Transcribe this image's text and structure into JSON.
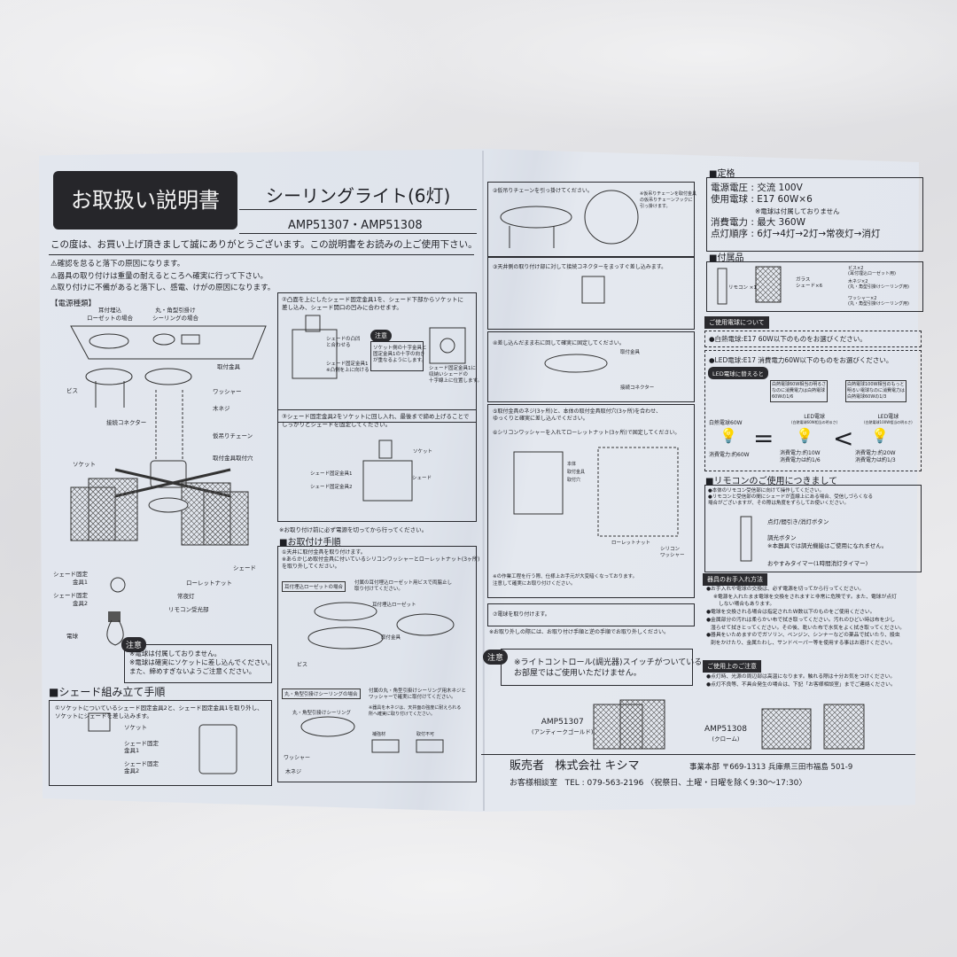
{
  "header": {
    "doc_title": "お取扱い説明書",
    "product_name": "シーリングライト(6灯)",
    "models": "AMP51307・AMP51308",
    "thanks": "この度は、お買い上げ頂きまして誠にありがとうございます。この説明書をお読みの上ご使用下さい。",
    "warnings": [
      "⚠確認を怠ると落下の原因になります。",
      "⚠器具の取り付けは重量の耐えるところへ確実に行って下さい。",
      "⚠取り付けに不備があると落下し、感電、けがの原因になります。"
    ]
  },
  "power_types": {
    "heading": "【電源種類】",
    "type_a": [
      "耳付埋込",
      "ローゼットの場合"
    ],
    "type_b": [
      "丸・角型引掛け",
      "シーリングの場合"
    ],
    "labels": {
      "bracket": "取付金具",
      "screw": "ビス",
      "washer": "ワッシャー",
      "wood_screw": "木ネジ",
      "connector": "接続コネクター",
      "chain": "仮吊りチェーン",
      "holes": "取付金具取付穴",
      "socket": "ソケット",
      "shade": "シェード",
      "fixer1": [
        "シェード固定",
        "金具1"
      ],
      "fixer2": [
        "シェード固定",
        "金具2"
      ],
      "knurled_nut": "ローレットナット",
      "night_light": "常夜灯",
      "receiver": "リモコン受光部",
      "bulb": "電球"
    }
  },
  "caution_bulb": {
    "badge": "注意",
    "lines": [
      "※電球は付属しておりません。",
      "※電球は確実にソケットに差し込んでください。",
      "また、締めすぎないようご注意ください。"
    ]
  },
  "shade_assembly": {
    "heading": "■シェード組み立て手順",
    "step1": [
      "①ソケットについているシェード固定金具2と、シェード固定金具1を取り外し、",
      "ソケットにシェードを差し込みます。"
    ],
    "labels": [
      "ソケット",
      "シェード固定",
      "金具1",
      "シェード固定",
      "金具2"
    ]
  },
  "shade_step2": {
    "text": [
      "②凸面を上にしたシェード固定金具1を、シェード下部からソケットに",
      "差し込み、シェード開口の凹みに合わせます。"
    ],
    "label_a": [
      "シェードの凸凹",
      "と合わせる"
    ],
    "label_b": [
      "シェード固定金具1",
      "※凸側を上に向ける"
    ],
    "badge": "注意",
    "note": [
      "ソケット側の十字金具と",
      "固定金具1の十字の向き",
      "が重なるようにします。"
    ],
    "caption": [
      "シェード固定金具1に",
      "収納いシェードの",
      "十字線上に位置します。"
    ]
  },
  "shade_step3": {
    "text": [
      "③シェード固定金具2をソケットに回し入れ、最後まで締め上げることで",
      "しっかりとシェードを固定してください。"
    ],
    "labels": {
      "socket": "ソケット",
      "fixer1": "シェード固定金具1",
      "fixer2": "シェード固定金具2",
      "shade": "シェード"
    }
  },
  "install": {
    "pre_note": "※お取り付け前に必ず電源を切ってから行ってください。",
    "heading": "■お取付け手順",
    "step1": [
      "①天井に取付金具を取り付けます。",
      "※あらかじめ取付金具に付いているシリコンワッシャーとローレットナット(3ヶ所)",
      "を取り外してください。"
    ],
    "type_a_label": "耳付埋込ローゼットの場合",
    "type_a_text": [
      "付属の耳付埋込ローゼット用ビスで両脇止し",
      "取り付けてください。"
    ],
    "rosette": "耳付埋込ローゼット",
    "bracket": "取付金具",
    "screw": "ビス",
    "type_b_label": "丸・角型引掛けシーリングの場合",
    "type_b_text": [
      "付属の丸・角型引掛けシーリング用木ネジと",
      "ワッシャーで確実に取付けてください。"
    ],
    "type_b_note": [
      "※器具を木ネジは、天井面の強度に耐えられる",
      "所へ確実に取り付けてください。"
    ],
    "ceiling": "丸・角型引掛けシーリング",
    "washer": "ワッシャー",
    "wood_screw": "木ネジ",
    "legend": [
      "補強材",
      "取付不可"
    ],
    "step2": "②仮吊りチェーンを引っ掛けてください。",
    "step2_note": [
      "※仮吊りチェーンを取付金具",
      "の仮吊りチェーンフックに",
      "引っ掛けます。"
    ],
    "step3": "③天井側の取り付け部に対して接続コネクターをまっすぐ差し込みます。",
    "step4": "④差し込んだまま右に回して確実に固定してください。",
    "step4_labels": [
      "取付金具",
      "接続コネクター"
    ],
    "step5": [
      "⑤取付金具のネジ(3ヶ所)と、本体の取付金具取付穴(3ヶ所)を合わせ、",
      "ゆっくりと確実に差し込んでください。"
    ],
    "step6": "⑥シリコンワッシャーを入れてローレットナット(3ヶ所)で固定してください。",
    "step6_labels": [
      "本体",
      "取付金具",
      "取付穴",
      "ローレットナット",
      "シリコン",
      "ワッシャー"
    ],
    "step6_note": [
      "※の作業工程を行う際、仕様上お手元が大変暗くなっております。",
      "注意して確実にお取り付けください。"
    ],
    "step7": "⑦電球を取り付けます。",
    "removal_note": "※お取り外しの際には、お取り付け手順と逆の手順でお取り外しください。",
    "dimmer_badge": "注意",
    "dimmer_warning": [
      "※ライトコントロール(調光器)スイッチがついている",
      "お部屋ではご使用いただけません。"
    ]
  },
  "products": [
    {
      "model": "AMP51307",
      "finish": "(アンティークゴールド)"
    },
    {
      "model": "AMP51308",
      "finish": "(クローム)"
    }
  ],
  "seller": {
    "label": "販売者",
    "company": "株式会社 キシマ",
    "office": "事業本部 〒669-1313 兵庫県三田市福島 501-9",
    "support_label": "お客様相談室",
    "tel": "TEL : 079-563-2196",
    "hours": "〈祝祭日、土曜・日曜を除く9:30〜17:30〉"
  },
  "specs": {
    "heading": "■定格",
    "rows": [
      "電源電圧 : 交流 100V",
      "使用電球 : E17 60W×6",
      "消費電力 : 最大 360W",
      "点灯順序 : 6灯→4灯→2灯→常夜灯→消灯"
    ],
    "note": "※電球は付属しておりません"
  },
  "accessories": {
    "heading": "■付属品",
    "remote": "リモコン ×1",
    "shade": [
      "ガラス",
      "シェード×6"
    ],
    "screw": [
      "ビス×2",
      "(耳付埋込ローゼット用)"
    ],
    "wood_screw": [
      "木ネジ×2",
      "(丸・角型引掛けシーリング用)"
    ],
    "washer": [
      "ワッシャー×2",
      "(丸・角型引掛けシーリング用)"
    ]
  },
  "bulbs": {
    "heading": "ご使用電球について",
    "incandescent": "●白熱電球:E17 60W以下のものをお選びください。",
    "led": "●LED電球:E17 消費電力60W以下のものをお選びください。",
    "led_badge": "LED電球に替えると",
    "bubble1": [
      "白熱電球60W相当の明るさ",
      "なのに消費電力は白熱電球",
      "60Wの1/6"
    ],
    "bubble2": [
      "白熱電球100W相当のもっと",
      "明るい電球なのに消費電力は",
      "白熱電球60Wの1/3"
    ],
    "b1": {
      "name": "白熱電球60W",
      "power": "消費電力:約60W"
    },
    "b2": {
      "name": "LED電球",
      "sub": "(白熱電球60W相当の明るさ)",
      "power": "消費電力:約10W",
      "ratio": "消費電力は約1/6"
    },
    "b3": {
      "name": "LED電球",
      "sub": "(白熱電球100W相当の明るさ)",
      "power": "消費電力:約20W",
      "ratio": "消費電力は約1/3"
    },
    "eq": "=",
    "lt": "<"
  },
  "remote": {
    "heading": "■リモコンのご使用につきまして",
    "lines": [
      "●本体のリモコン受信部に向けて操作してください。",
      "●リモコンと受信部の間にシェードが直線上にある場合、受信しづらくなる",
      "場合がございますが、その際は角度をずらしてお使いください。"
    ],
    "btn_power": "点灯/間引き/消灯ボタン",
    "btn_dim": "調光ボタン",
    "dim_note": "※本器具では調光機能はご使用になれません。",
    "btn_timer": "おやすみタイマー(1時間消灯タイマー)"
  },
  "care": {
    "heading": "器具のお手入れ方法",
    "lines": [
      "●お手入れや電球の交換は、必ず電源を切ってから行ってください。",
      "※電源を入れたまま電球を交換をされますと非常に危険です。また、電球が点灯",
      "しない場合もあります。",
      "●電球を交換される場合は指定されたW数以下のものをご使用ください。",
      "●金属部分の汚れは柔らかい布で拭き取ってください。汚れのひどい時は布を少し",
      "湿らせて拭きとってください。その後、乾いた布で水気をよく拭き取ってください。",
      "●器具をいためますのでガソリン、ベンジン、シンナーなどの薬品で拭いたり、殺虫",
      "剤をかけたり、金属たわし、サンドペーパー等を使用する事はお避けください。"
    ]
  },
  "usage": {
    "heading": "ご使用上のご注意",
    "lines": [
      "●点灯時、光源の周辺部は高温になります。触れる際は十分お気をつけください。",
      "●点灯不良等、不具合発生の場合は、下記「お客様相談室」までご連絡ください。"
    ]
  }
}
